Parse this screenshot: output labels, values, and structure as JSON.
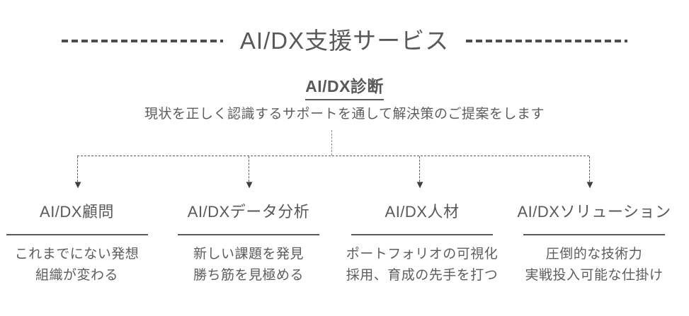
{
  "colors": {
    "background": "#ffffff",
    "text": "#595959",
    "body_text": "#5d5d5d",
    "dash_line": "#4d4d4d",
    "connector_line": "#5f5f5f",
    "arrow": "#3f3f3f"
  },
  "header": {
    "title": "AI/DX支援サービス"
  },
  "diagnosis": {
    "title": "AI/DX診断",
    "description": "現状を正しく認識するサポートを通して解決策のご提案をします"
  },
  "icons": {
    "arrow_down": "▼"
  },
  "services": [
    {
      "title": "AI/DX顧問",
      "lines": [
        "これまでにない発想",
        "組織が変わる"
      ]
    },
    {
      "title": "AI/DXデータ分析",
      "lines": [
        "新しい課題を発見",
        "勝ち筋を見極める"
      ]
    },
    {
      "title": "AI/DX人材",
      "lines": [
        "ポートフォリオの可視化",
        "採用、育成の先手を打つ"
      ]
    },
    {
      "title": "AI/DXソリューション",
      "lines": [
        "圧倒的な技術力",
        "実戦投入可能な仕掛け"
      ]
    }
  ]
}
